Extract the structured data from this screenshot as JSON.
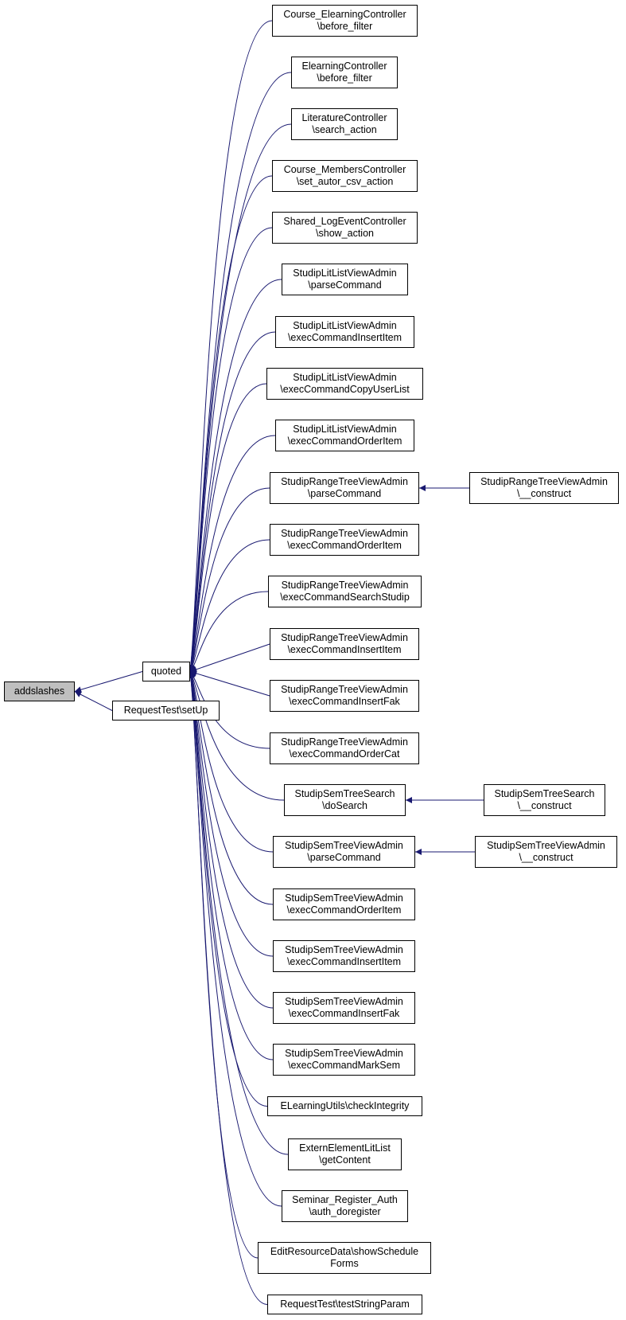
{
  "edge_color": "#191970",
  "root_fill": "#bfbfbf",
  "nodes": [
    {
      "id": "addslashes",
      "lines": [
        "addslashes"
      ]
    },
    {
      "id": "quoted",
      "lines": [
        "quoted"
      ]
    },
    {
      "id": "requesttest-setup",
      "lines": [
        "RequestTest\\setUp"
      ]
    },
    {
      "id": "course-elearning-before-filter",
      "lines": [
        "Course_ElearningController",
        "\\before_filter"
      ]
    },
    {
      "id": "elearning-before-filter",
      "lines": [
        "ElearningController",
        "\\before_filter"
      ]
    },
    {
      "id": "literature-search-action",
      "lines": [
        "LiteratureController",
        "\\search_action"
      ]
    },
    {
      "id": "course-members-set-autor-csv",
      "lines": [
        "Course_MembersController",
        "\\set_autor_csv_action"
      ]
    },
    {
      "id": "shared-logevent-show-action",
      "lines": [
        "Shared_LogEventController",
        "\\show_action"
      ]
    },
    {
      "id": "litlist-parsecommand",
      "lines": [
        "StudipLitListViewAdmin",
        "\\parseCommand"
      ]
    },
    {
      "id": "litlist-execcommandinsertitem",
      "lines": [
        "StudipLitListViewAdmin",
        "\\execCommandInsertItem"
      ]
    },
    {
      "id": "litlist-execcommandcopyuserlist",
      "lines": [
        "StudipLitListViewAdmin",
        "\\execCommandCopyUserList"
      ]
    },
    {
      "id": "litlist-execcommandorderitem",
      "lines": [
        "StudipLitListViewAdmin",
        "\\execCommandOrderItem"
      ]
    },
    {
      "id": "rangetree-parsecommand",
      "lines": [
        "StudipRangeTreeViewAdmin",
        "\\parseCommand"
      ]
    },
    {
      "id": "rangetree-construct",
      "lines": [
        "StudipRangeTreeViewAdmin",
        "\\__construct"
      ]
    },
    {
      "id": "rangetree-execcommandorderitem",
      "lines": [
        "StudipRangeTreeViewAdmin",
        "\\execCommandOrderItem"
      ]
    },
    {
      "id": "rangetree-execcommandsearchstudip",
      "lines": [
        "StudipRangeTreeViewAdmin",
        "\\execCommandSearchStudip"
      ]
    },
    {
      "id": "rangetree-execcommandinsertitem",
      "lines": [
        "StudipRangeTreeViewAdmin",
        "\\execCommandInsertItem"
      ]
    },
    {
      "id": "rangetree-execcommandinsertfak",
      "lines": [
        "StudipRangeTreeViewAdmin",
        "\\execCommandInsertFak"
      ]
    },
    {
      "id": "rangetree-execcommandordercat",
      "lines": [
        "StudipRangeTreeViewAdmin",
        "\\execCommandOrderCat"
      ]
    },
    {
      "id": "semtreesearch-dosearch",
      "lines": [
        "StudipSemTreeSearch",
        "\\doSearch"
      ]
    },
    {
      "id": "semtreesearch-construct",
      "lines": [
        "StudipSemTreeSearch",
        "\\__construct"
      ]
    },
    {
      "id": "semtree-parsecommand",
      "lines": [
        "StudipSemTreeViewAdmin",
        "\\parseCommand"
      ]
    },
    {
      "id": "semtree-construct",
      "lines": [
        "StudipSemTreeViewAdmin",
        "\\__construct"
      ]
    },
    {
      "id": "semtree-execcommandorderitem",
      "lines": [
        "StudipSemTreeViewAdmin",
        "\\execCommandOrderItem"
      ]
    },
    {
      "id": "semtree-execcommandinsertitem",
      "lines": [
        "StudipSemTreeViewAdmin",
        "\\execCommandInsertItem"
      ]
    },
    {
      "id": "semtree-execcommandinsertfak",
      "lines": [
        "StudipSemTreeViewAdmin",
        "\\execCommandInsertFak"
      ]
    },
    {
      "id": "semtree-execcommandmarksem",
      "lines": [
        "StudipSemTreeViewAdmin",
        "\\execCommandMarkSem"
      ]
    },
    {
      "id": "elearningutils-checkintegrity",
      "lines": [
        "ELearningUtils\\checkIntegrity"
      ]
    },
    {
      "id": "externelementlitlist-getcontent",
      "lines": [
        "ExternElementLitList",
        "\\getContent"
      ]
    },
    {
      "id": "seminar-register-auth-doregister",
      "lines": [
        "Seminar_Register_Auth",
        "\\auth_doregister"
      ]
    },
    {
      "id": "editresourcedata-showscheduleforms",
      "lines": [
        "EditResourceData\\showSchedule",
        "Forms"
      ]
    },
    {
      "id": "requesttest-teststringparam",
      "lines": [
        "RequestTest\\testStringParam"
      ]
    }
  ],
  "edges": [
    {
      "from": "quoted",
      "to": "addslashes"
    },
    {
      "from": "requesttest-setup",
      "to": "addslashes"
    },
    {
      "from": "course-elearning-before-filter",
      "to": "quoted"
    },
    {
      "from": "elearning-before-filter",
      "to": "quoted"
    },
    {
      "from": "literature-search-action",
      "to": "quoted"
    },
    {
      "from": "course-members-set-autor-csv",
      "to": "quoted"
    },
    {
      "from": "shared-logevent-show-action",
      "to": "quoted"
    },
    {
      "from": "litlist-parsecommand",
      "to": "quoted"
    },
    {
      "from": "litlist-execcommandinsertitem",
      "to": "quoted"
    },
    {
      "from": "litlist-execcommandcopyuserlist",
      "to": "quoted"
    },
    {
      "from": "litlist-execcommandorderitem",
      "to": "quoted"
    },
    {
      "from": "rangetree-parsecommand",
      "to": "quoted"
    },
    {
      "from": "rangetree-execcommandorderitem",
      "to": "quoted"
    },
    {
      "from": "rangetree-execcommandsearchstudip",
      "to": "quoted"
    },
    {
      "from": "rangetree-execcommandinsertitem",
      "to": "quoted"
    },
    {
      "from": "rangetree-execcommandinsertfak",
      "to": "quoted"
    },
    {
      "from": "rangetree-execcommandordercat",
      "to": "quoted"
    },
    {
      "from": "semtreesearch-dosearch",
      "to": "quoted"
    },
    {
      "from": "semtree-parsecommand",
      "to": "quoted"
    },
    {
      "from": "semtree-execcommandorderitem",
      "to": "quoted"
    },
    {
      "from": "semtree-execcommandinsertitem",
      "to": "quoted"
    },
    {
      "from": "semtree-execcommandinsertfak",
      "to": "quoted"
    },
    {
      "from": "semtree-execcommandmarksem",
      "to": "quoted"
    },
    {
      "from": "elearningutils-checkintegrity",
      "to": "quoted"
    },
    {
      "from": "externelementlitlist-getcontent",
      "to": "quoted"
    },
    {
      "from": "seminar-register-auth-doregister",
      "to": "quoted"
    },
    {
      "from": "editresourcedata-showscheduleforms",
      "to": "quoted"
    },
    {
      "from": "requesttest-teststringparam",
      "to": "quoted"
    },
    {
      "from": "rangetree-construct",
      "to": "rangetree-parsecommand"
    },
    {
      "from": "semtreesearch-construct",
      "to": "semtreesearch-dosearch"
    },
    {
      "from": "semtree-construct",
      "to": "semtree-parsecommand"
    }
  ]
}
